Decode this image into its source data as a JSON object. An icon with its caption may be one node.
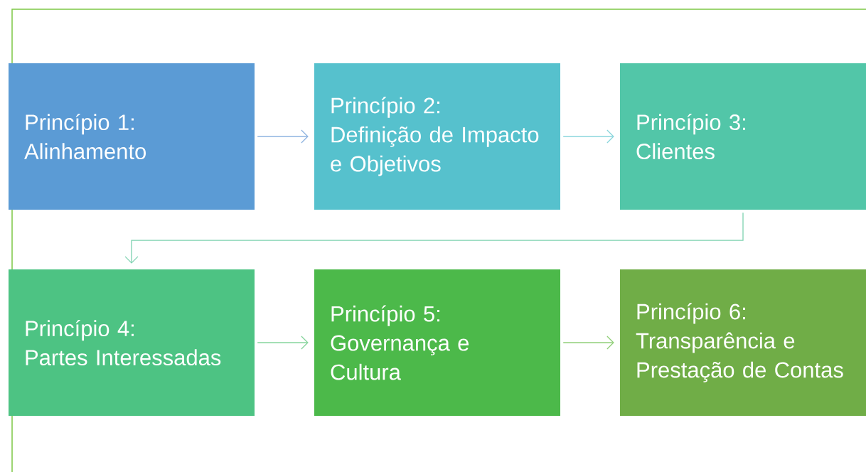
{
  "diagram": {
    "nodes": [
      {
        "text": [
          "Princípio 1:",
          "Alinhamento"
        ]
      },
      {
        "text": [
          "Princípio 2:",
          "Definição de Impacto e Objetivos"
        ]
      },
      {
        "text": [
          "Princípio 3:",
          "Clientes"
        ]
      },
      {
        "text": [
          "Princípio 4:",
          "Partes Interessadas"
        ]
      },
      {
        "text": [
          "Princípio 5:",
          "Governança e Cultura"
        ]
      },
      {
        "text": [
          "Princípio 6:",
          "Transparência e Prestação de Contas"
        ]
      }
    ],
    "edges": [
      {
        "from": 0,
        "to": 1,
        "arrow": "to",
        "color": "#8eb3e0"
      },
      {
        "from": 1,
        "to": 2,
        "arrow": "to",
        "color": "#8ad6dc"
      },
      {
        "from": 2,
        "to": 3,
        "arrow": "to",
        "color": "#7dd2b0"
      },
      {
        "from": 3,
        "to": 4,
        "arrow": "to",
        "color": "#86d49c"
      },
      {
        "from": 4,
        "to": 5,
        "arrow": "to",
        "color": "#90cf78"
      }
    ]
  }
}
